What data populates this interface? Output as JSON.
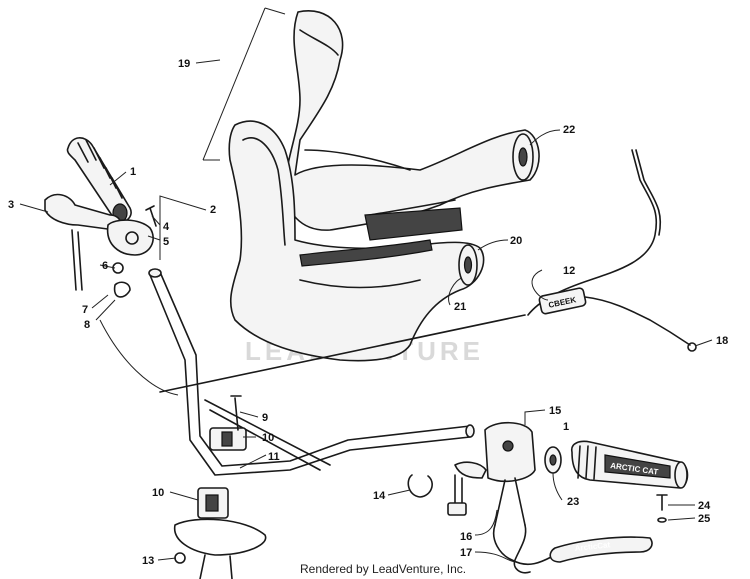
{
  "diagram": {
    "watermark_text": "LEADVENTURE",
    "credit_text": "Rendered by LeadVenture, Inc.",
    "grip_text_right": "ARCTIC CAT",
    "grip_text_cap": "ArcticCat",
    "cable_label": "CBEEK",
    "callouts": [
      "1",
      "2",
      "3",
      "4",
      "5",
      "6",
      "7",
      "8",
      "9",
      "10",
      "11",
      "12",
      "13",
      "14",
      "15",
      "16",
      "17",
      "18",
      "19",
      "20",
      "21",
      "22",
      "23",
      "24",
      "25"
    ]
  }
}
